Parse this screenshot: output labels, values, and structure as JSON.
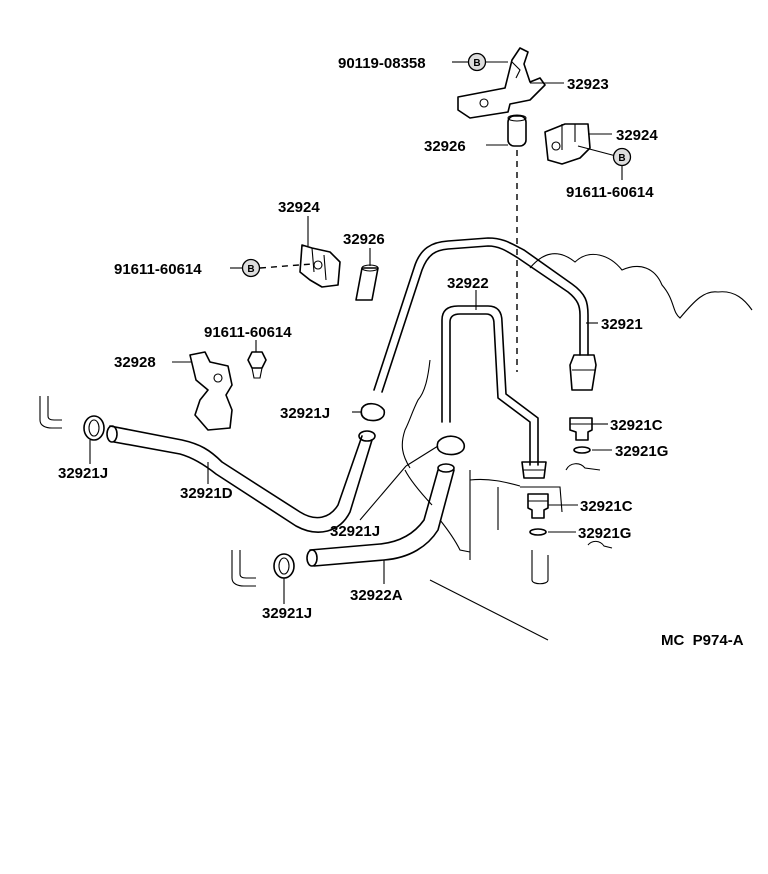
{
  "diagram": {
    "parts": {
      "bolt_top": "90119-08358",
      "bracket_top": "32923",
      "clamp_right": "32924",
      "hose_short_top": "32926",
      "bolt_right": "91611-60614",
      "clamp_left": "32924",
      "hose_short_left": "32926",
      "bolt_left": "91611-60614",
      "pipe_main": "32921",
      "pipe_inner": "32922",
      "bolt_mid": "91611-60614",
      "bracket_mid": "32928",
      "clamp_mid": "32921J",
      "union_upper": "32921C",
      "gasket_upper": "32921G",
      "clamp_far_left": "32921J",
      "hose_long": "32921D",
      "union_lower": "32921C",
      "clamp_lower_mid": "32921J",
      "gasket_lower": "32921G",
      "clamp_bottom": "32921J",
      "hose_lower": "32922A"
    },
    "badge": "B",
    "figure_code": "MC  P974-A"
  }
}
